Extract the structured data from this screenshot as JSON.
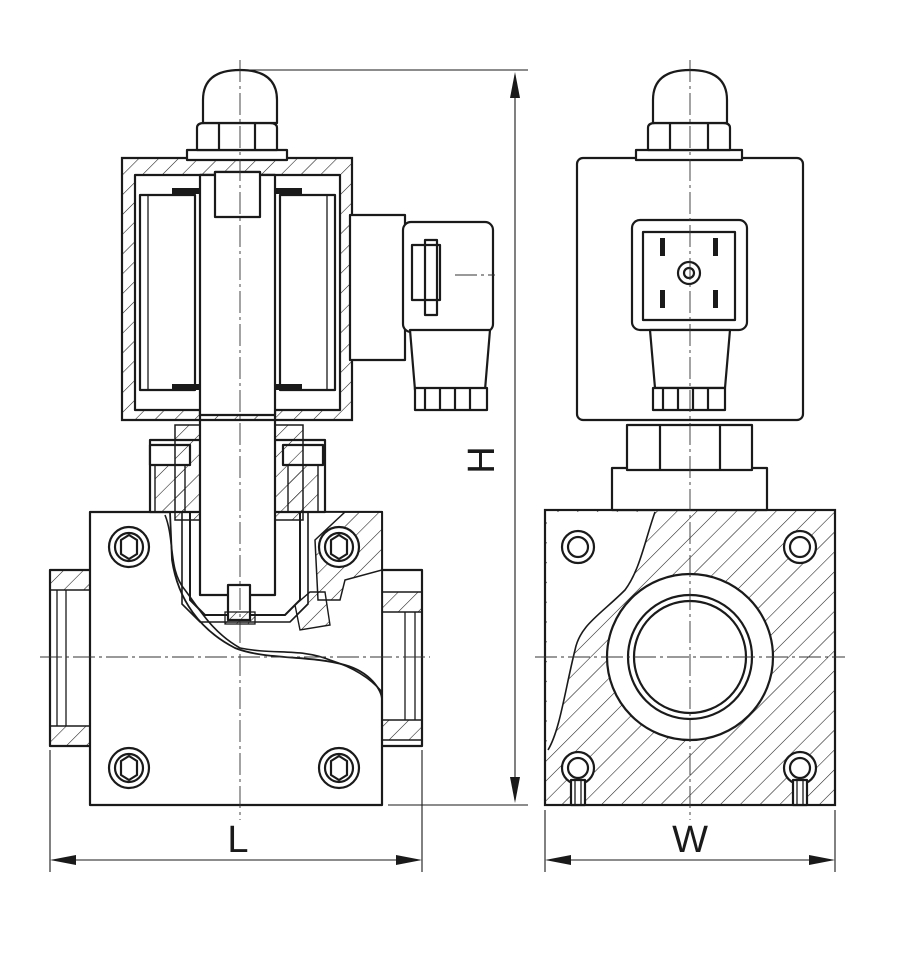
{
  "figure": {
    "views": [
      "front-section-view",
      "side-section-view"
    ],
    "dimensions": {
      "length_label": "L",
      "height_label": "H",
      "width_label": "W"
    },
    "colors": {
      "line": "#1a1a1a",
      "background": "#ffffff"
    }
  }
}
